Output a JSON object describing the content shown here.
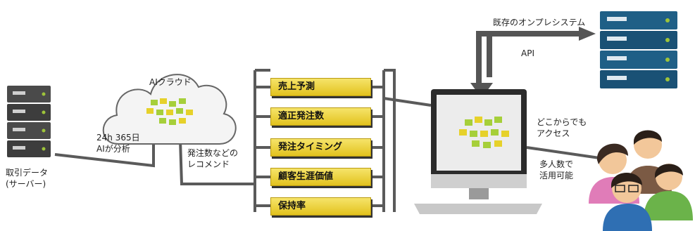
{
  "nodes": {
    "transaction_data": {
      "label_line1": "取引データ",
      "label_line2": "(サーバー)"
    },
    "ai_cloud": {
      "label": "AIクラウド"
    },
    "existing_system": {
      "label": "既存のオンプレシステム"
    }
  },
  "edges": {
    "server_to_cloud": {
      "label_line1": "24h 365日",
      "label_line2": "AIが分析"
    },
    "cloud_to_outputs": {
      "label_line1": "発注数などの",
      "label_line2": "レコメンド"
    },
    "system_to_monitor": {
      "label": "API"
    },
    "monitor_to_users": {
      "line1": "どこからでも",
      "line2": "アクセス",
      "line3": "多人数で",
      "line4": "活用可能"
    }
  },
  "outputs": [
    "売上予測",
    "適正発注数",
    "発注タイミング",
    "顧客生涯価値",
    "保持率"
  ],
  "colors": {
    "bar_yellow": "#f0d63c",
    "server_dark": "#3d3d3d",
    "server_blue": "#1f5f86",
    "cube_green": "#a6cf3a",
    "cube_yellow": "#e6d12a",
    "line": "#555555"
  }
}
